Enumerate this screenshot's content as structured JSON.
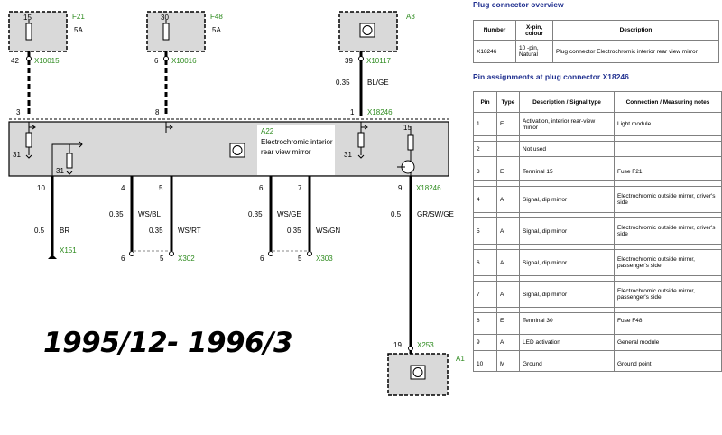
{
  "title_overlay": "1995/12- 1996/3",
  "diagram": {
    "fuse_f21": {
      "name": "F21",
      "terminal": "15",
      "rating": "5A",
      "pin": "42",
      "connector": "X10015"
    },
    "fuse_f48": {
      "name": "F48",
      "terminal": "30",
      "rating": "5A",
      "pin": "6",
      "connector": "X10016"
    },
    "module_a3": {
      "name": "A3",
      "pin": "39",
      "connector": "X10117",
      "wire_size": "0.35",
      "wire_color": "BL/GE"
    },
    "mirror_a22": {
      "name": "A22",
      "label_line1": "Electrochromic interior",
      "label_line2": "rear view mirror",
      "connector": "X18246",
      "top_pins": [
        "3",
        "8",
        "1"
      ],
      "inner_labels": [
        "31",
        "31",
        "15",
        "31"
      ],
      "bottom_pins": [
        "10",
        "4",
        "5",
        "6",
        "7",
        "9"
      ]
    },
    "wires": {
      "w10": {
        "size": "0.5",
        "color": "BR",
        "ground": "X151"
      },
      "w4": {
        "size": "0.35",
        "color": "WS/BL"
      },
      "w5": {
        "size": "0.35",
        "color": "WS/RT"
      },
      "w6": {
        "size": "0.35",
        "color": "WS/GE"
      },
      "w7": {
        "size": "0.35",
        "color": "WS/GN"
      },
      "w9": {
        "size": "0.5",
        "color": "GR/SW/GE"
      }
    },
    "x302": {
      "name": "X302",
      "pin_a": "6",
      "pin_b": "5"
    },
    "x303": {
      "name": "X303",
      "pin_a": "6",
      "pin_b": "5"
    },
    "module_a1": {
      "name": "A1",
      "pin": "19",
      "connector": "X253"
    }
  },
  "overview": {
    "title": "Plug connector overview",
    "headers": [
      "Number",
      "X-pin, colour",
      "Description"
    ],
    "row": {
      "number": "X18246",
      "pin": "10 -pin, Natural",
      "description": "Plug connector Electrochromic interior rear view mirror"
    }
  },
  "pins": {
    "title": "Pin assignments at plug connector X18246",
    "headers": [
      "Pin",
      "Type",
      "Description / Signal type",
      "Connection / Measuring notes"
    ],
    "rows": [
      {
        "pin": "1",
        "type": "E",
        "desc": "Activation, interior rear-view mirror",
        "conn": "Light module"
      },
      {
        "pin": "2",
        "type": "",
        "desc": "Not used",
        "conn": ""
      },
      {
        "pin": "3",
        "type": "E",
        "desc": "Terminal 15",
        "conn": "Fuse F21"
      },
      {
        "pin": "4",
        "type": "A",
        "desc": "Signal, dip mirror",
        "conn": "Electrochromic outside mirror, driver's side"
      },
      {
        "pin": "5",
        "type": "A",
        "desc": "Signal, dip mirror",
        "conn": "Electrochromic outside mirror, driver's side"
      },
      {
        "pin": "6",
        "type": "A",
        "desc": "Signal, dip mirror",
        "conn": "Electrochromic outside mirror, passenger's side"
      },
      {
        "pin": "7",
        "type": "A",
        "desc": "Signal, dip mirror",
        "conn": "Electrochromic outside mirror, passenger's side"
      },
      {
        "pin": "8",
        "type": "E",
        "desc": "Terminal 30",
        "conn": "Fuse F48"
      },
      {
        "pin": "9",
        "type": "A",
        "desc": "LED activation",
        "conn": "General module"
      },
      {
        "pin": "10",
        "type": "M",
        "desc": "Ground",
        "conn": "Ground point"
      }
    ]
  },
  "colors": {
    "label_green": "#2e8b1f",
    "title_blue": "#1f2f8f",
    "module_fill": "#d9d9d9"
  }
}
